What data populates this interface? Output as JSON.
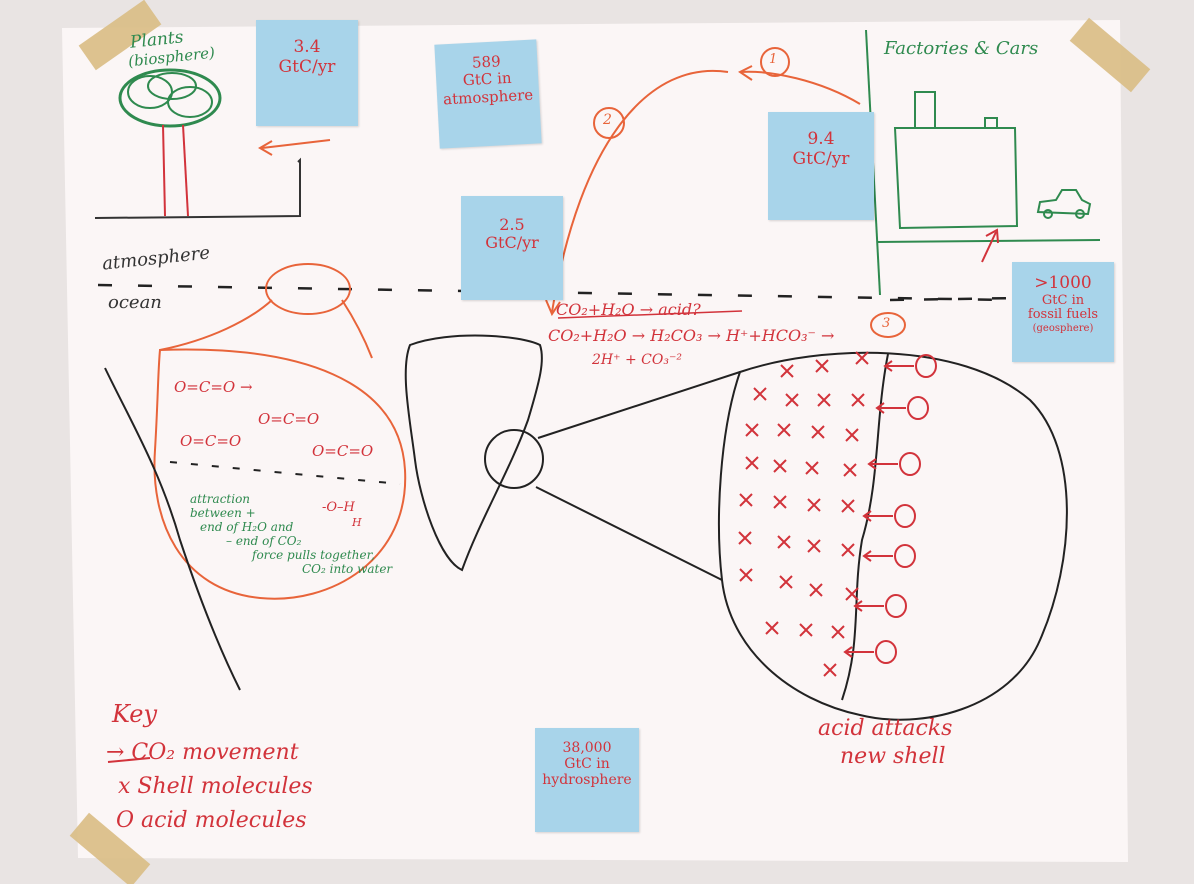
{
  "labels": {
    "plants": "Plants",
    "plants_sub": "(biosphere)",
    "factories": "Factories & Cars",
    "atmosphere": "atmosphere",
    "ocean": "ocean",
    "step1": "1",
    "step2": "2",
    "step3": "3",
    "acid_attacks_1": "acid attacks",
    "acid_attacks_2": "new shell"
  },
  "notes": {
    "plants_flux": [
      "3.4",
      "GtC/yr"
    ],
    "atmosphere_store": [
      "589",
      "GtC in",
      "atmosphere"
    ],
    "factory_flux": [
      "9.4",
      "GtC/yr"
    ],
    "ocean_flux": [
      "2.5",
      "GtC/yr"
    ],
    "fossil_store": [
      ">1000",
      "GtC in",
      "fossil fuels",
      "(geosphere)"
    ],
    "hydro_store": [
      "38,000",
      "GtC in",
      "hydrosphere"
    ]
  },
  "equations": {
    "line1": "CO₂+H₂O → acid?",
    "line2": "CO₂+H₂O → H₂CO₃ → H⁺+HCO₃⁻ →",
    "line3": "2H⁺ + CO₃⁻²"
  },
  "molecules": {
    "m1": "O=C=O →",
    "m2": "O=C=O",
    "m3": "O=C=O",
    "m4": "O=C=O",
    "water": "-O–H",
    "water_h": "H"
  },
  "attraction_note": [
    "attraction",
    "between +",
    "end of H₂O and",
    "– end of CO₂",
    "force pulls together,",
    "CO₂ into water"
  ],
  "key": {
    "title": "Key",
    "co2": "→ CO₂ movement",
    "shell": "x Shell molecules",
    "acid": "O acid molecules"
  },
  "colors": {
    "red_marker": "#d2333b",
    "orange_marker": "#e8643a",
    "green_marker": "#2f8a4f",
    "black_marker": "#333333",
    "sticky_note": "#a8d4ea",
    "paper": "#fbf6f6"
  }
}
